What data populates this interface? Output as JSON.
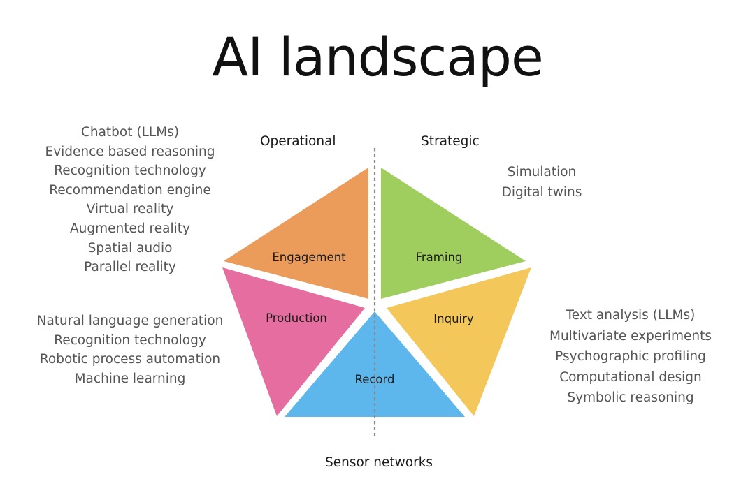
{
  "title": "AI landscape",
  "axes": {
    "left": "Operational",
    "right": "Strategic",
    "bottom": "Sensor networks"
  },
  "segments": {
    "engagement": {
      "label": "Engagement",
      "color": "#EB9B5A"
    },
    "framing": {
      "label": "Framing",
      "color": "#A0CE5E"
    },
    "inquiry": {
      "label": "Inquiry",
      "color": "#F4C75B"
    },
    "record": {
      "label": "Record",
      "color": "#5EB7EC"
    },
    "production": {
      "label": "Production",
      "color": "#E56D9F"
    }
  },
  "lists": {
    "engagement": [
      "Chatbot (LLMs)",
      "Evidence based reasoning",
      "Recognition technology",
      "Recommendation engine",
      "Virtual reality",
      "Augmented reality",
      "Spatial audio",
      "Parallel reality"
    ],
    "production": [
      "Natural language generation",
      "Recognition technology",
      "Robotic process automation",
      "Machine learning"
    ],
    "framing": [
      "Simulation",
      "Digital twins"
    ],
    "inquiry": [
      "Text analysis (LLMs)",
      "Multivariate experiments",
      "Psychographic profiling",
      "Computational design",
      "Symbolic reasoning"
    ]
  }
}
